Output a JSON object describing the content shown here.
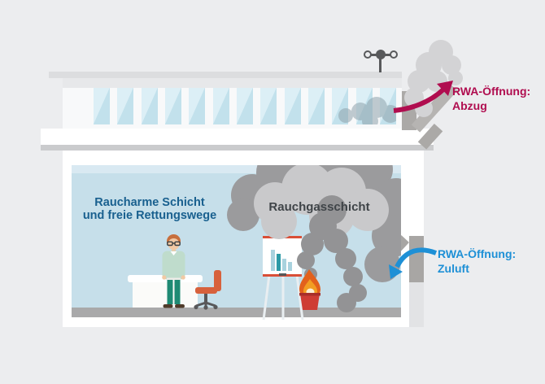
{
  "colors": {
    "bg": "#ECEDEF",
    "accent_red": "#B00D4F",
    "accent_blue": "#1E90D6",
    "heading_blue": "#19608F",
    "heading_gray": "#3F4448",
    "interior_blue": "#C6DFEA",
    "smoke_dark": "#9B9B9D",
    "smoke_light": "#C9C9CB",
    "smoke_escape": "#D3D3D5",
    "fire_orange": "#E2611C",
    "bin_red": "#CE3C34",
    "flap_gray": "#ABA9A7"
  },
  "labels": {
    "exhaust": {
      "line1": "RWA-Öffnung:",
      "line2": "Abzug"
    },
    "supply": {
      "line1": "RWA-Öffnung:",
      "line2": "Zuluft"
    },
    "smoke_free_zone": {
      "line1": "Raucharme Schicht",
      "line2": "und freie Rettungswege"
    },
    "smoke_layer": "Rauchgasschicht"
  },
  "icons": {
    "wind_sensor": "anemometer",
    "exhaust_arrow": "curved-arrow-up-right",
    "supply_arrow": "curved-arrow-down-left"
  },
  "illustration": {
    "window_count": 13,
    "flipchart_bars": [
      {
        "h": 26,
        "c": "#A9D2DE"
      },
      {
        "h": 21,
        "c": "#2C9AA6"
      },
      {
        "h": 15,
        "c": "#A9D2DE"
      },
      {
        "h": 11,
        "c": "#A9D2DE"
      }
    ]
  }
}
